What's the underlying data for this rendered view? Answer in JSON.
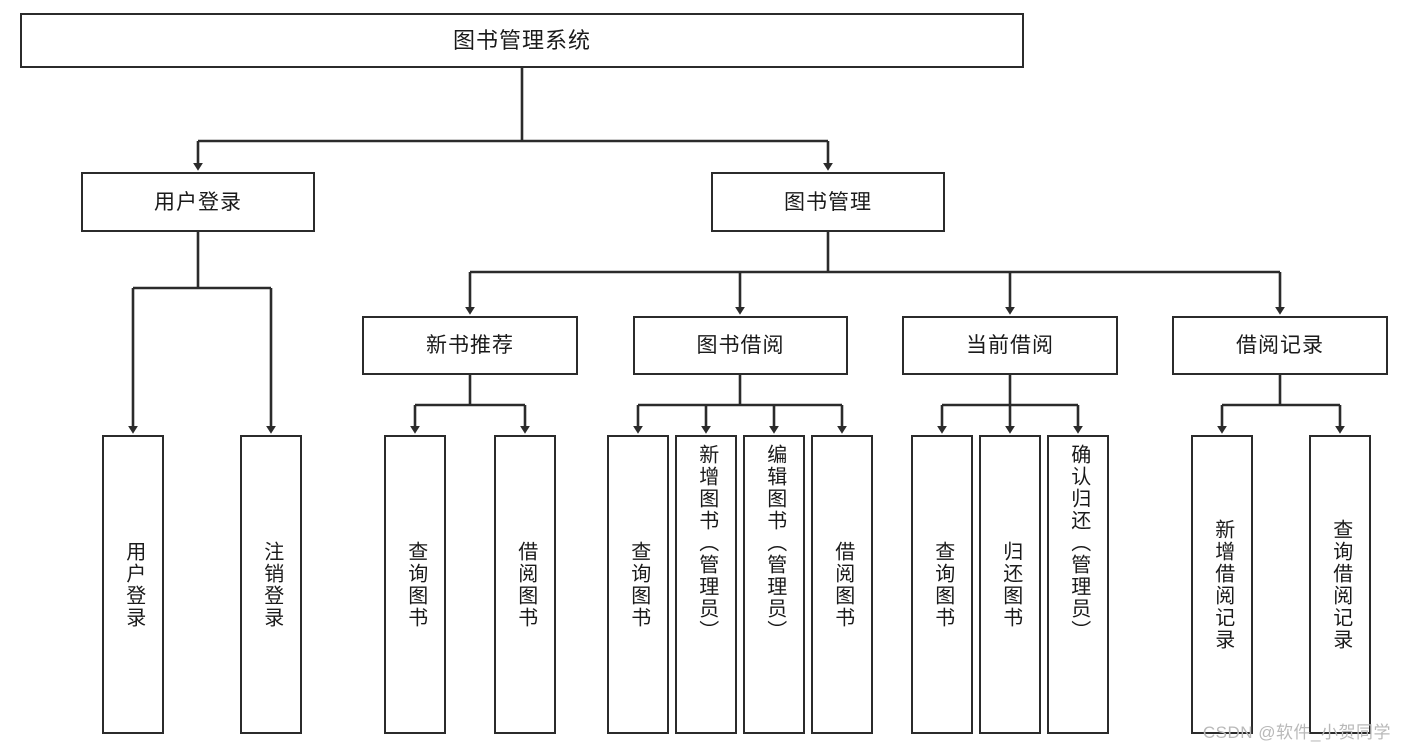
{
  "diagram": {
    "title": "图书管理系统",
    "type": "hierarchy-tree",
    "orientation": "top-down",
    "colors": {
      "box_border": "#2b2b2b",
      "box_fill": "#ffffff",
      "connector": "#2b2b2b",
      "text": "#1a1a1a",
      "watermark": "#b9b9b9",
      "background": "#ffffff"
    }
  },
  "root": {
    "label": "图书管理系统"
  },
  "level2": [
    {
      "label": "用户登录"
    },
    {
      "label": "图书管理"
    }
  ],
  "level3": [
    {
      "label": "新书推荐"
    },
    {
      "label": "图书借阅"
    },
    {
      "label": "当前借阅"
    },
    {
      "label": "借阅记录"
    }
  ],
  "leaves": {
    "user_login": [
      {
        "label": "用户登录"
      },
      {
        "label": "注销登录"
      }
    ],
    "new_book_recommend": [
      {
        "label": "查询图书"
      },
      {
        "label": "借阅图书"
      }
    ],
    "book_borrow": [
      {
        "label": "查询图书"
      },
      {
        "label": "新增图书（管理员）"
      },
      {
        "label": "编辑图书（管理员）"
      },
      {
        "label": "借阅图书"
      }
    ],
    "current_borrow": [
      {
        "label": "查询图书"
      },
      {
        "label": "归还图书"
      },
      {
        "label": "确认归还（管理员）"
      }
    ],
    "borrow_record": [
      {
        "label": "新增借阅记录"
      },
      {
        "label": "查询借阅记录"
      }
    ]
  },
  "watermark": {
    "text": "CSDN @软件_小贺同学"
  }
}
